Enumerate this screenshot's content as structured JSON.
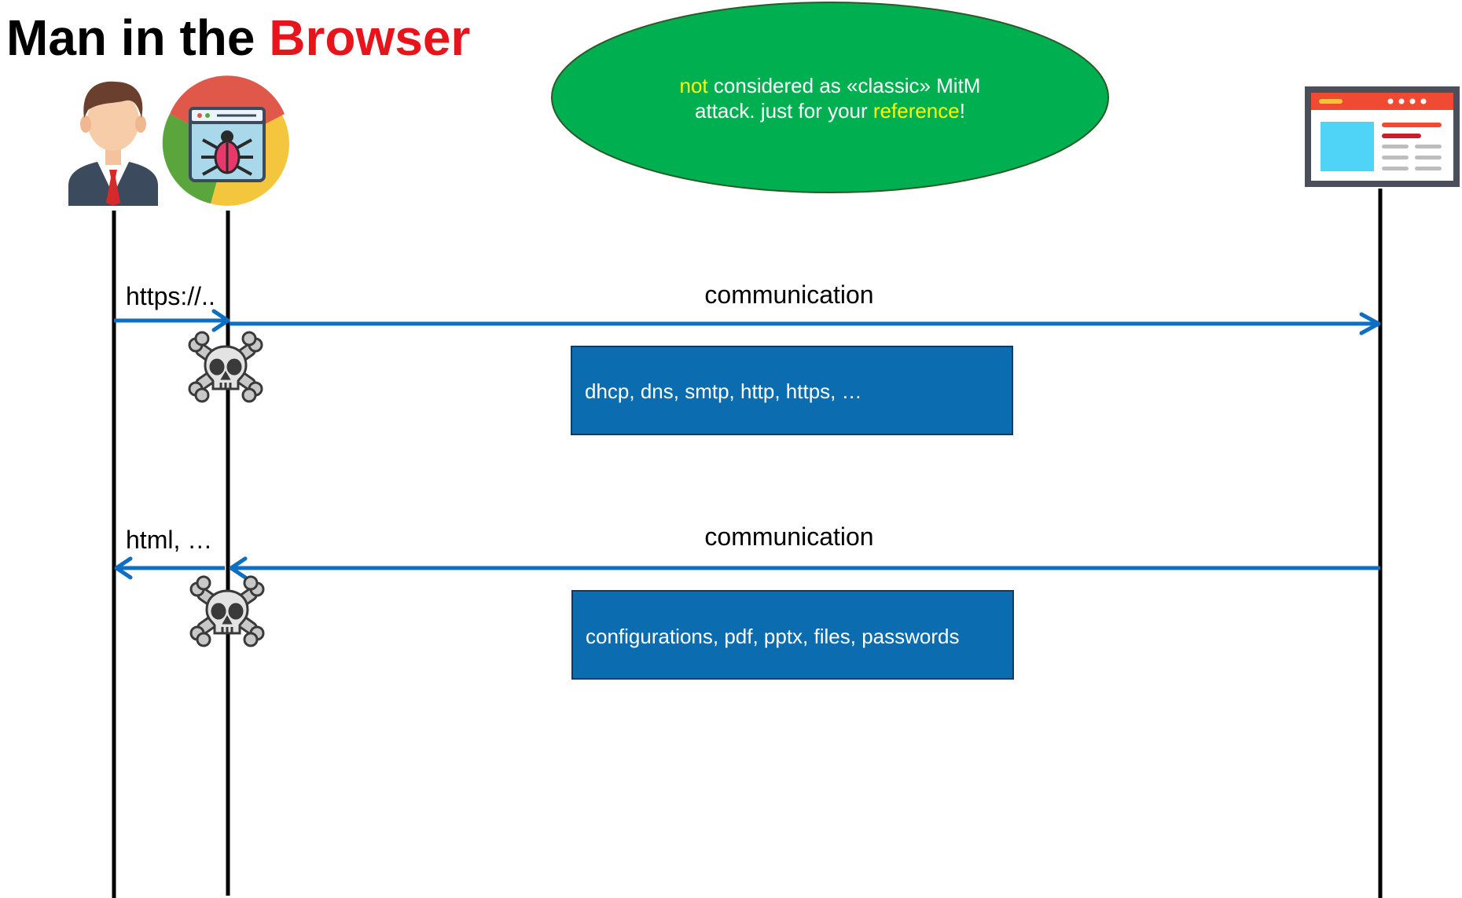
{
  "title": {
    "part1": "Man in the ",
    "part2": "Browser",
    "color1": "#000000",
    "color2": "#e8141b"
  },
  "note": {
    "line1_hl": "not",
    "line1_rest": " considered as «classic» MitM",
    "line2_a": "attack. just for your ",
    "line2_hl": "reference",
    "line2_end": "!",
    "fill": "#00b050",
    "highlight_color": "#ffff00"
  },
  "actors": [
    {
      "name": "user",
      "icon": "businessman-icon"
    },
    {
      "name": "malicious-browser",
      "icon": "browser-bug-icon"
    },
    {
      "name": "web-server",
      "icon": "website-window-icon"
    }
  ],
  "messages": [
    {
      "label_left": "https://..",
      "label_center": "communication",
      "direction": "right",
      "protocols": "dhcp, dns, smtp, http, https, …"
    },
    {
      "label_left": "html, …",
      "label_center": "communication",
      "direction": "left",
      "protocols": "configurations, pdf, pptx, files, passwords"
    }
  ],
  "colors": {
    "arrow": "#0e6ec2",
    "box": "#0b6db0",
    "lifeline": "#000000",
    "skull": "#c8c8c8"
  }
}
